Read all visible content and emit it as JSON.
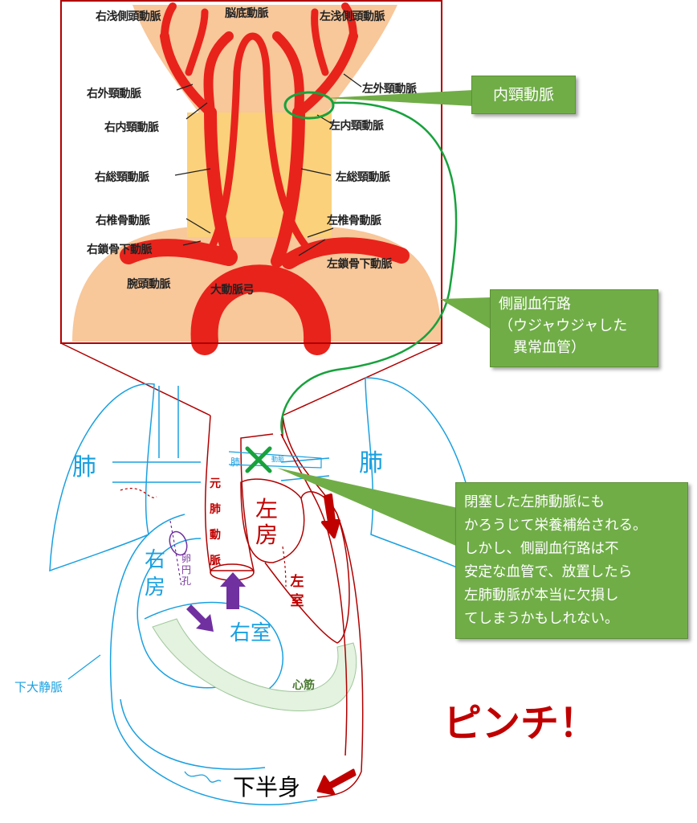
{
  "neck_labels": {
    "right_superficial_temporal": "右浅側頭動脈",
    "basilar": "脳底動脈",
    "left_superficial_temporal": "左浅側頭動脈",
    "right_external_carotid": "右外頸動脈",
    "left_external_carotid": "左外頸動脈",
    "right_internal_carotid": "右内頸動脈",
    "left_internal_carotid": "左内頸動脈",
    "right_common_carotid": "右総頸動脈",
    "left_common_carotid": "左総頸動脈",
    "right_vertebral": "右椎骨動脈",
    "left_vertebral": "左椎骨動脈",
    "right_subclavian": "右鎖骨下動脈",
    "left_subclavian": "左鎖骨下動脈",
    "brachiocephalic": "腕頭動脈",
    "aortic_arch": "大動脈弓"
  },
  "callouts": {
    "internal_carotid": "内頸動脈",
    "collateral": [
      "側副血行路",
      "（ウジャウジャした",
      "　異常血管）"
    ],
    "explanation": [
      "閉塞した左肺動脈にも",
      "かろうじて栄養補給される。",
      "しかし、側副血行路は不",
      "安定な血管で、放置したら",
      "左肺動脈が本当に欠損し",
      "てしまうかもしれない。"
    ]
  },
  "heart_labels": {
    "lung_left": "肺",
    "lung_right": "肺",
    "pulmonary_small": "肺",
    "pulmonary_branch": "動脈",
    "main_pulmonary": "元肺動脈",
    "left_atrium": "左房",
    "right_atrium": "右房",
    "left_ventricle": "左室",
    "right_ventricle": "右室",
    "foramen_ovale": "卵円孔",
    "myocardium": "心筋",
    "ivc": "下大静脈",
    "lower_body": "下半身",
    "pinch": "ピンチ！"
  },
  "colors": {
    "artery": "#e8231c",
    "skin": "#f8c79a",
    "highlight": "#fbd277",
    "vein_line": "#1aa0e0",
    "heart_line": "#b00000",
    "collateral_line": "#17a23c",
    "callout_green": "#70ad47",
    "purple": "#7030a0"
  }
}
